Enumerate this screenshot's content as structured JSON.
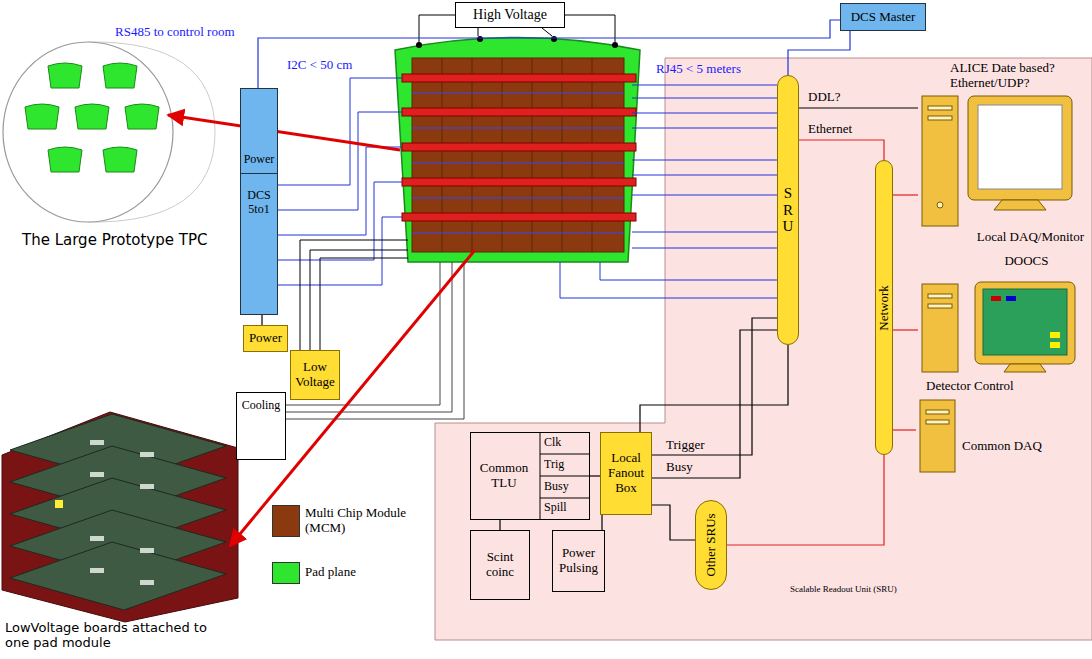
{
  "diagram": {
    "nodes": [
      {
        "text": [
          "High Voltage"
        ]
      },
      {
        "text": [
          "DCS Master"
        ]
      },
      {
        "text": [
          "DCS 5to1"
        ]
      },
      {
        "text": [
          "Power"
        ],
        "in": 2
      },
      {
        "text": [
          "Power"
        ]
      },
      {
        "text": [
          "Low Voltage"
        ]
      },
      {
        "text": [
          "Cooling"
        ]
      },
      {
        "text": [
          "SRU"
        ]
      },
      {
        "text": [
          "Local DAQ/Monitor"
        ]
      },
      {
        "text": [
          "DOOCS",
          "Detector Control"
        ]
      },
      {
        "text": [
          "Network"
        ]
      },
      {
        "text": [
          "Common DAQ"
        ]
      },
      {
        "text": [
          "Common TLU"
        ]
      },
      {
        "text": [
          "Local Fanout Box"
        ]
      },
      {
        "text": [
          "Scint coinc"
        ]
      },
      {
        "text": [
          "Power Pulsing"
        ]
      },
      {
        "text": [
          "Other SRUs"
        ]
      }
    ],
    "edges": [
      {
        "from": 2,
        "to": 1,
        "label": "RS485 to control room",
        "arrow": "none"
      },
      {
        "from": 1,
        "to": 7,
        "arrow": "none"
      },
      {
        "from": 4,
        "to": 2,
        "arrow": "none"
      },
      {
        "from": 7,
        "to": 8,
        "label": "DDL?",
        "arrow": "none"
      },
      {
        "from": 7,
        "to": 10,
        "label": "Ethernet",
        "arrow": "none"
      },
      {
        "from": 10,
        "to": 8,
        "arrow": "none"
      },
      {
        "from": 10,
        "to": 9,
        "arrow": "none"
      },
      {
        "from": 10,
        "to": 11,
        "arrow": "none"
      },
      {
        "from": 14,
        "to": 12,
        "arrow": "none"
      },
      {
        "from": 12,
        "to": 13,
        "arrow": "none"
      },
      {
        "from": 15,
        "to": 13,
        "arrow": "none"
      },
      {
        "from": 13,
        "to": 7,
        "arrow": "none"
      },
      {
        "from": 13,
        "to": 7,
        "label": "Trigger",
        "arrow": "none"
      },
      {
        "from": 13,
        "to": 7,
        "label": "Busy",
        "arrow": "none"
      },
      {
        "from": 13,
        "to": 16,
        "arrow": "none"
      },
      {
        "from": 16,
        "to": 10,
        "arrow": "none"
      }
    ],
    "labels": [
      "I2C < 50 cm",
      "RJ45 < 5 meters",
      "ALICE Date based? Ethernet/UDP?",
      "Clk",
      "Trig",
      "Busy",
      "Spill",
      "Scalable Readout Unit (SRU)",
      "The Large Prototype TPC",
      "LowVoltage boards attached to one pad module"
    ],
    "legend": [
      {
        "text": "Multi Chip Module (MCM)",
        "color": "#8b3a0f"
      },
      {
        "text": "Pad plane",
        "color": "#2ee62e"
      }
    ]
  }
}
